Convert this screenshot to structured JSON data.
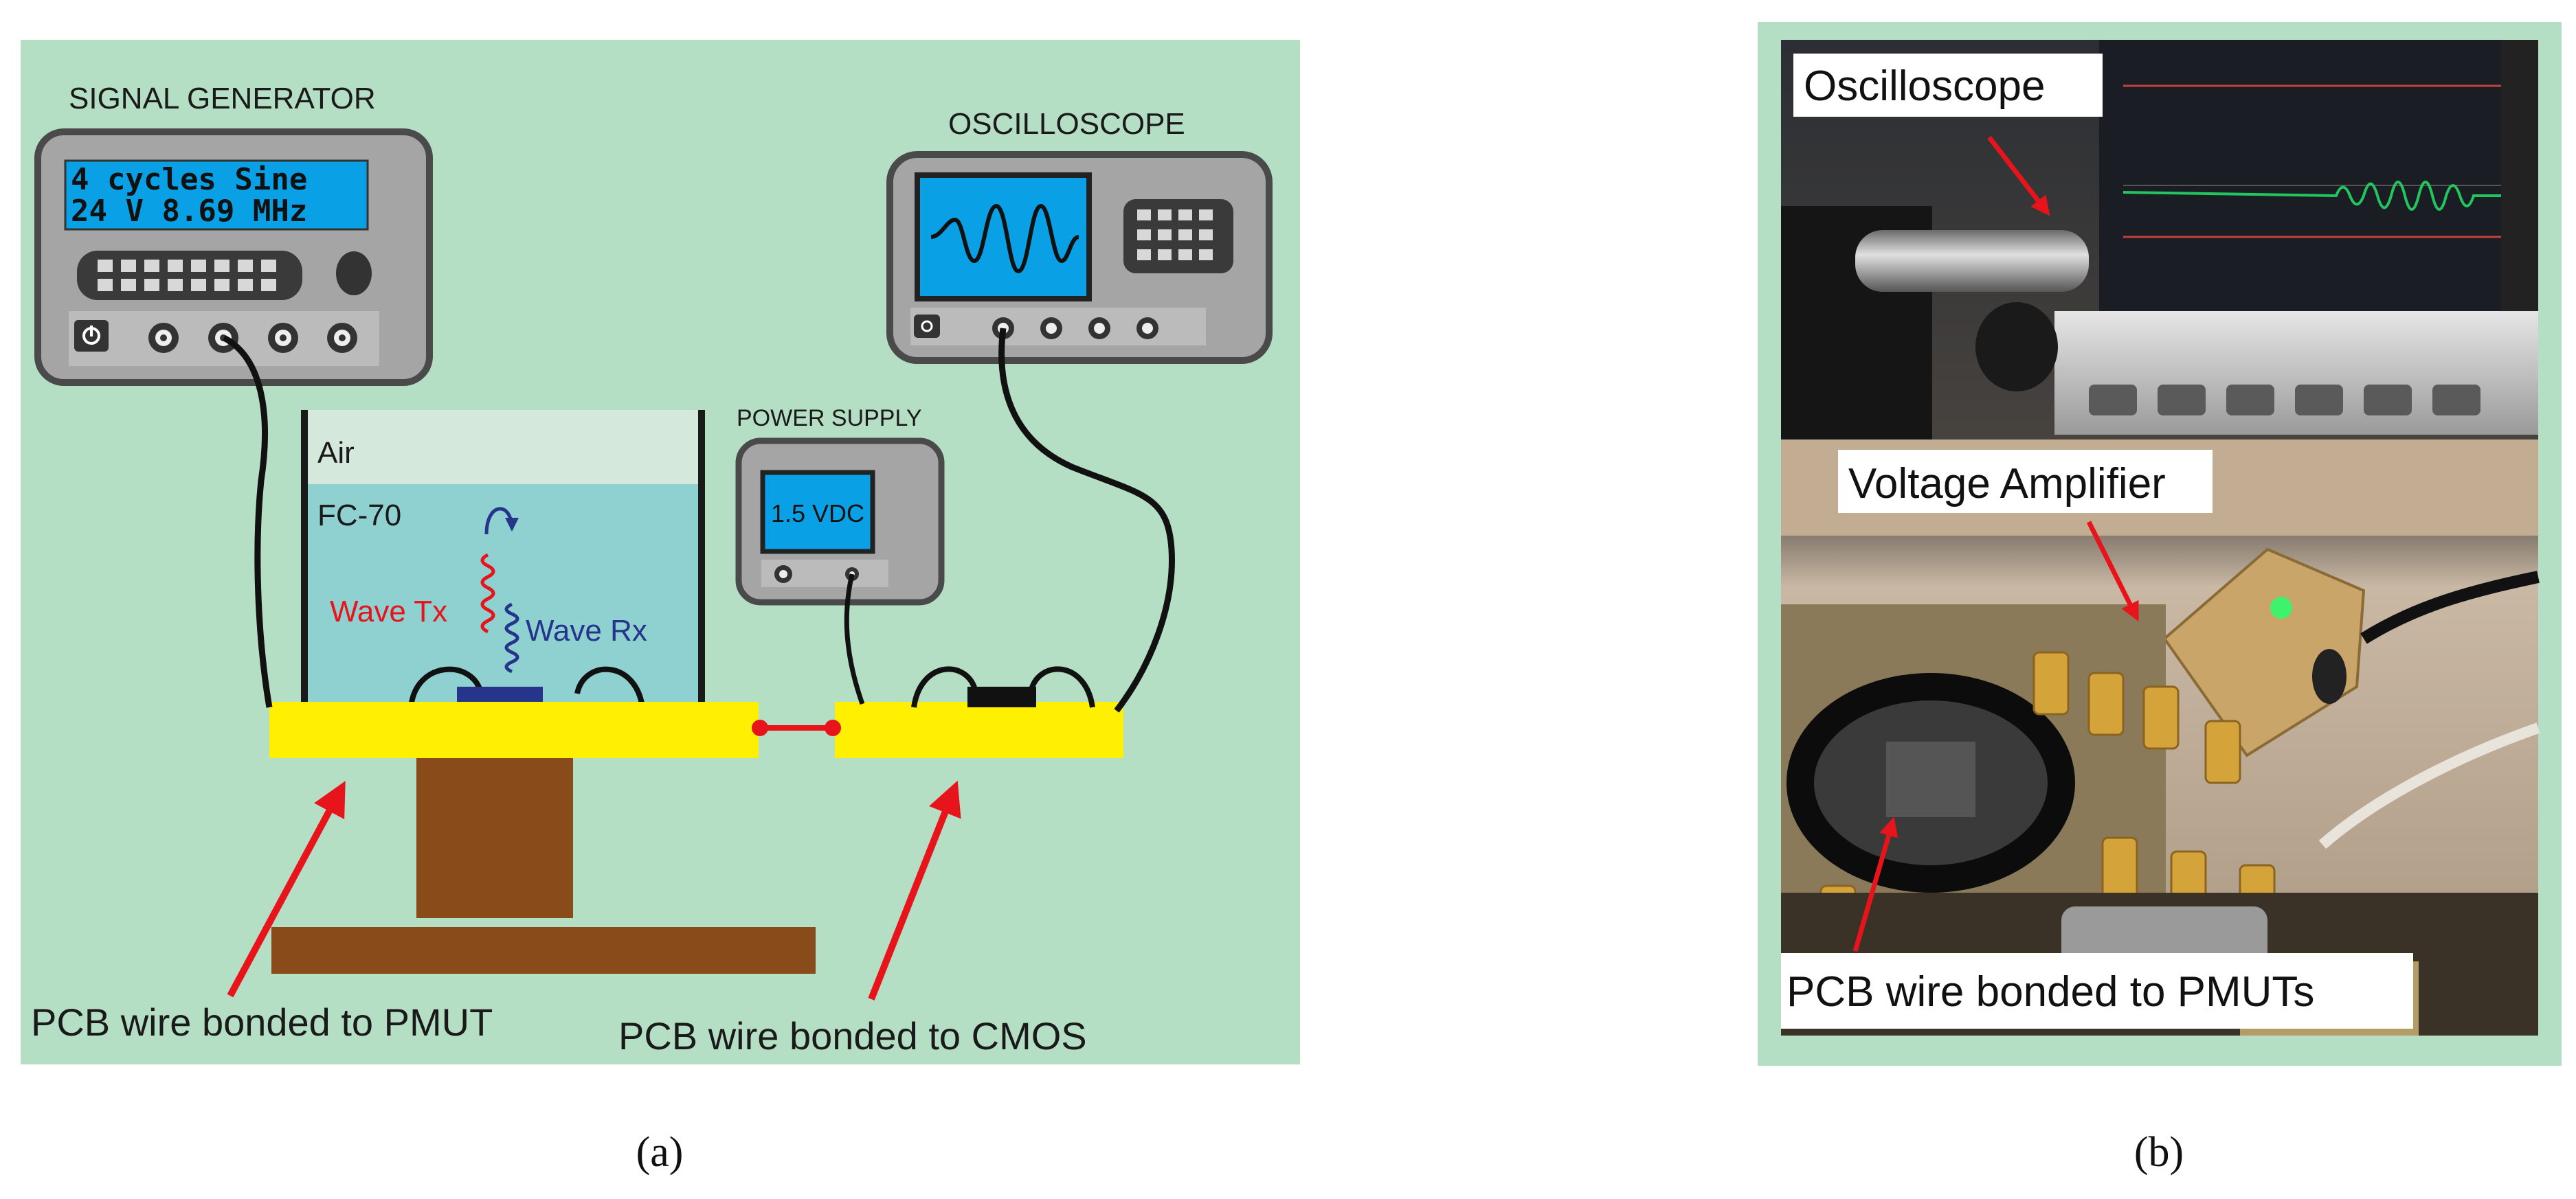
{
  "panel_a": {
    "caption": "(a)",
    "signal_generator": {
      "title": "SIGNAL GENERATOR",
      "display_line1": "4 cycles Sine",
      "display_line2": "24 V 8.69 MHz"
    },
    "oscilloscope": {
      "title": "OSCILLOSCOPE"
    },
    "power_supply": {
      "title": "POWER SUPPLY",
      "display": "1.5 VDC"
    },
    "tank": {
      "air_label": "Air",
      "fluid_label": "FC-70",
      "wave_tx_label": "Wave Tx",
      "wave_rx_label": "Wave Rx"
    },
    "pcb_pmut_label": "PCB wire bonded to PMUT",
    "pcb_cmos_label": "PCB wire bonded to CMOS",
    "colors": {
      "background": "#b5dfc4",
      "pcb": "#ffef00",
      "stand": "#8a4b1a",
      "arrow": "#e8141c",
      "fluid": "#8fd0d0",
      "air": "#d4e8dc",
      "wave_tx": "#e8141c",
      "wave_rx": "#27348b",
      "screen": "#0aa0e6"
    }
  },
  "panel_b": {
    "caption": "(b)",
    "oscilloscope_label": "Oscilloscope",
    "amplifier_label": "Voltage Amplifier",
    "pcb_label": "PCB wire bonded to PMUTs",
    "colors": {
      "frame": "#b5dfc4",
      "arrow": "#e8141c",
      "trace": "#22c55e"
    }
  }
}
